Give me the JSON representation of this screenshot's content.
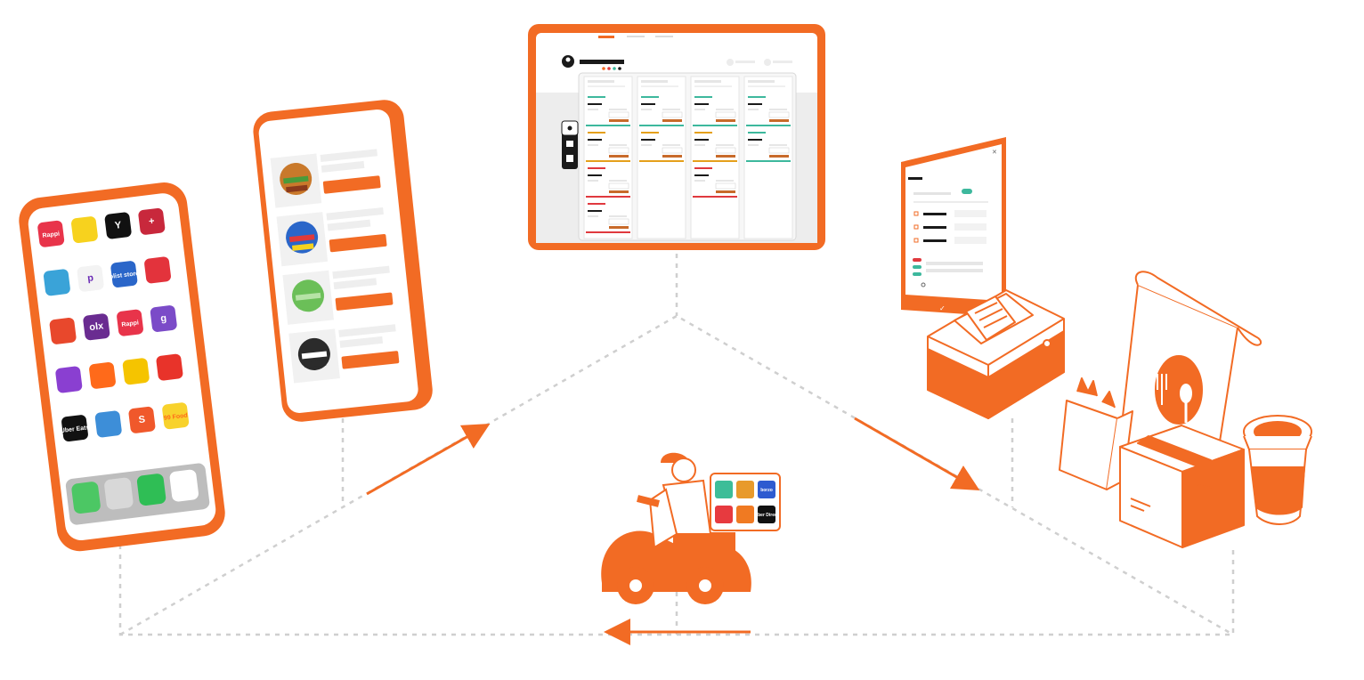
{
  "colors": {
    "accent": "#f26b24",
    "accent_light": "#fbd6bf",
    "dashed_line": "#cfcfcf",
    "skeleton": "#e6e6e6",
    "dark": "#1a1a1a"
  },
  "phone": {
    "apps": [
      {
        "icon": "rappi-icon",
        "label": "Rappi",
        "bg": "#e8344a",
        "fg": "#ffffff"
      },
      {
        "icon": "lemon-app-icon",
        "label": "",
        "bg": "#f7d21e",
        "fg": "#333333"
      },
      {
        "icon": "y-brand-icon",
        "label": "Y",
        "bg": "#111111",
        "fg": "#ffffff"
      },
      {
        "icon": "pharmacy-cross-icon",
        "label": "+",
        "bg": "#c8283c",
        "fg": "#ffffff"
      },
      {
        "icon": "avatar-app-icon",
        "label": "",
        "bg": "#3aa3d8",
        "fg": "#ffffff"
      },
      {
        "icon": "p-app-icon",
        "label": "p",
        "bg": "#f3f3f3",
        "fg": "#6b2bb5"
      },
      {
        "icon": "olist-store-icon",
        "label": "olist store",
        "bg": "#2a66c9",
        "fg": "#ffffff"
      },
      {
        "icon": "pizza-brand-icon",
        "label": "",
        "bg": "#e3333c",
        "fg": "#ffffff"
      },
      {
        "icon": "aliexpress-icon",
        "label": "",
        "bg": "#e8482c",
        "fg": "#ffffff"
      },
      {
        "icon": "olx-icon",
        "label": "olx",
        "bg": "#6a2c91",
        "fg": "#ffffff"
      },
      {
        "icon": "rappi-red-icon",
        "label": "Rappi",
        "bg": "#e8344a",
        "fg": "#ffffff"
      },
      {
        "icon": "g-app-icon",
        "label": "g",
        "bg": "#7b4bc8",
        "fg": "#ffffff"
      },
      {
        "icon": "ghost-app-icon",
        "label": "",
        "bg": "#8a3fd1",
        "fg": "#ffffff"
      },
      {
        "icon": "delivery-arrow-icon",
        "label": "",
        "bg": "#ff6a1a",
        "fg": "#ffffff"
      },
      {
        "icon": "mustache-brand-icon",
        "label": "",
        "bg": "#f5c400",
        "fg": "#111111"
      },
      {
        "icon": "arrow-brand-icon",
        "label": "",
        "bg": "#e8332a",
        "fg": "#ffffff"
      },
      {
        "icon": "uber-eats-icon",
        "label": "Uber Eats",
        "bg": "#111111",
        "fg": "#ffffff"
      },
      {
        "icon": "blue-app-icon",
        "label": "",
        "bg": "#3d8ed8",
        "fg": "#ffffff"
      },
      {
        "icon": "shopee-icon",
        "label": "S",
        "bg": "#f0582b",
        "fg": "#ffffff"
      },
      {
        "icon": "99-food-icon",
        "label": "99 Food",
        "bg": "#f8d22c",
        "fg": "#ff6a1a"
      }
    ],
    "dock": [
      {
        "icon": "phone-icon",
        "bg": "#4cc764"
      },
      {
        "icon": "contacts-icon",
        "bg": "#d8d8d8"
      },
      {
        "icon": "whatsapp-icon",
        "bg": "#2fbe55"
      },
      {
        "icon": "gmail-icon",
        "bg": "#ffffff"
      }
    ]
  },
  "catalog_tablet": {
    "products": [
      {
        "icon": "burger-icon"
      },
      {
        "icon": "medicine-icon"
      },
      {
        "icon": "bottles-icon"
      },
      {
        "icon": "soccer-ball-icon"
      }
    ]
  },
  "dashboard": {
    "columns": [
      {
        "cards": [
          "#3db89d",
          "#e5a01b",
          "#e0393e",
          "#e0393e"
        ]
      },
      {
        "cards": [
          "#3db89d",
          "#e5a01b"
        ]
      },
      {
        "cards": [
          "#3db89d",
          "#e5a01b",
          "#e0393e"
        ]
      },
      {
        "cards": [
          "#3db89d",
          "#3db89d"
        ]
      }
    ]
  },
  "delivery_apps": [
    {
      "icon": "green-m-app-icon",
      "label": "",
      "bg": "#3dbd98"
    },
    {
      "icon": "ticket-app-icon",
      "label": "",
      "bg": "#e89a2b"
    },
    {
      "icon": "borzo-icon",
      "label": "borzo",
      "bg": "#2e5bd0"
    },
    {
      "icon": "red-c-app-icon",
      "label": "",
      "bg": "#e73a3f"
    },
    {
      "icon": "orange-app-icon",
      "label": "",
      "bg": "#f07a22"
    },
    {
      "icon": "uber-direct-icon",
      "label": "Uber Direct",
      "bg": "#111111"
    }
  ]
}
